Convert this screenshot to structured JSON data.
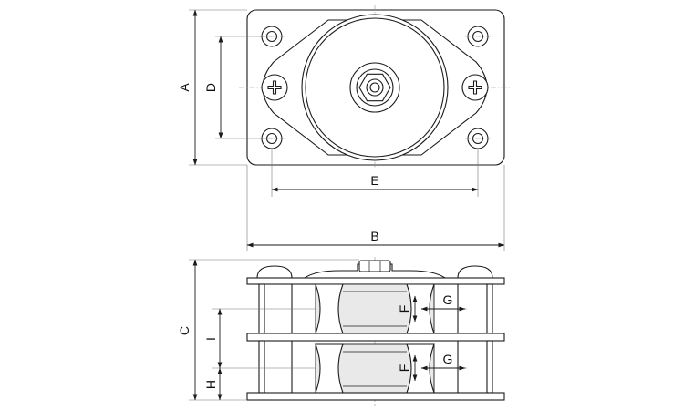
{
  "diagram": {
    "labels": {
      "A": "A",
      "B": "B",
      "C": "C",
      "D": "D",
      "E": "E",
      "F_upper": "F",
      "F_lower": "F",
      "G_upper": "G",
      "G_lower": "G",
      "H": "H",
      "I": "I"
    },
    "colors": {
      "line": "#1a1a1a",
      "shade": "#e9e9e9",
      "background": "#ffffff"
    }
  }
}
